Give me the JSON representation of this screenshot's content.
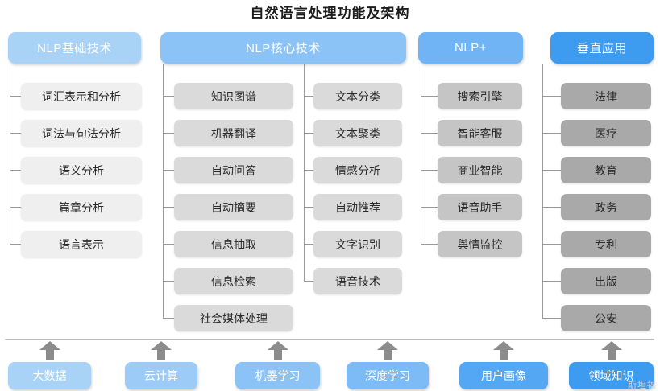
{
  "title": "自然语言处理功能及架构",
  "colors": {
    "header_basic": "#a9d2f7",
    "header_core": "#8cc3f7",
    "header_plus": "#70b4f5",
    "header_vertical": "#3d9bf0",
    "leaf_col1": "#efefef",
    "leaf_col2": "#dadada",
    "leaf_col3": "#dadada",
    "leaf_col4": "#c5c5c5",
    "leaf_col5": "#a9a9a9",
    "line": "#9a9a9a",
    "arrow": "#8c8c8c",
    "divider": "#b9b9b9",
    "title_text": "#1c1c1c"
  },
  "columns": [
    {
      "id": "nlp-basic",
      "header": "NLP基础技术",
      "items": [
        "词汇表示和分析",
        "词法与句法分析",
        "语义分析",
        "篇章分析",
        "语言表示"
      ]
    },
    {
      "id": "nlp-core",
      "header": "NLP核心技术",
      "groups": [
        {
          "items": [
            "知识图谱",
            "机器翻译",
            "自动问答",
            "自动摘要",
            "信息抽取",
            "信息检索",
            "社会媒体处理"
          ]
        },
        {
          "items": [
            "文本分类",
            "文本聚类",
            "情感分析",
            "自动推荐",
            "文字识别",
            "语音技术"
          ]
        }
      ]
    },
    {
      "id": "nlp-plus",
      "header": "NLP+",
      "items": [
        "搜索引擎",
        "智能客服",
        "商业智能",
        "语音助手",
        "舆情监控"
      ]
    },
    {
      "id": "vertical-application",
      "header": "垂直应用",
      "items": [
        "法律",
        "医疗",
        "教育",
        "政务",
        "专利",
        "出版",
        "公安"
      ]
    }
  ],
  "foundation": {
    "items": [
      {
        "label": "大数据",
        "color": "#a9d2f7"
      },
      {
        "label": "云计算",
        "color": "#9ccbf7"
      },
      {
        "label": "机器学习",
        "color": "#8cc3f7"
      },
      {
        "label": "深度学习",
        "color": "#7cbbf6"
      },
      {
        "label": "用户画像",
        "color": "#54a8f3"
      },
      {
        "label": "领域知识",
        "color": "#3d9bf0"
      }
    ]
  },
  "watermark": "斯坦福"
}
